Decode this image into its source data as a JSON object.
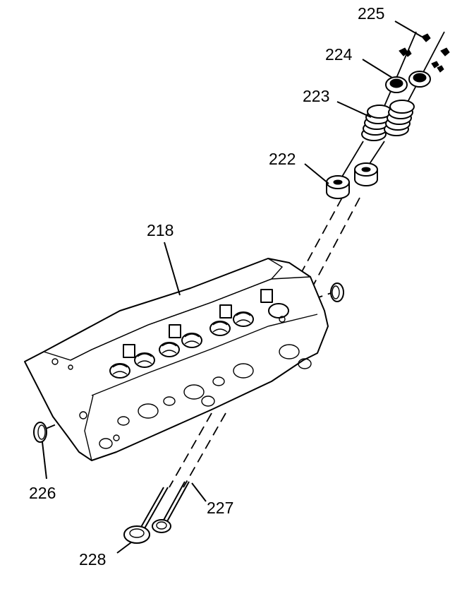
{
  "callouts": {
    "c218": "218",
    "c222": "222",
    "c223": "223",
    "c224": "224",
    "c225": "225",
    "c226": "226",
    "c227": "227",
    "c228": "228"
  },
  "parts": {
    "cylinder_head": "cylinder-head-icon",
    "valve_spring": "valve-spring-icon",
    "spring_cap": "valve-spring-cap-icon",
    "spring_seat": "valve-spring-seat-icon",
    "keepers": "valve-keeper-icon",
    "valve": "valve-icon",
    "seal": "ring-seal-icon"
  }
}
